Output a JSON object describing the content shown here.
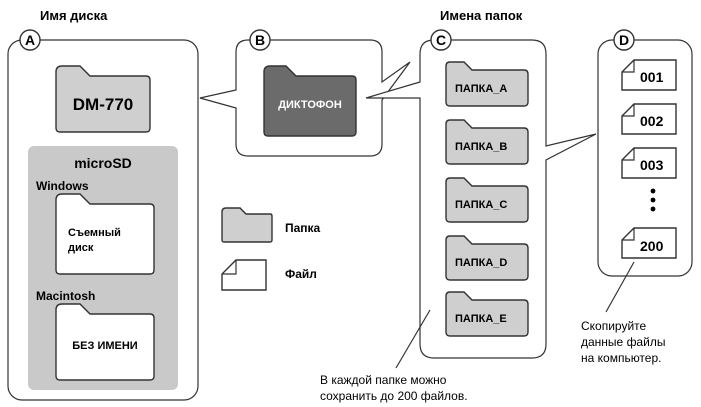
{
  "header": {
    "disk_name": "Имя диска",
    "folder_names": "Имена папок"
  },
  "panel_a": {
    "letter": "A",
    "device": "DM-770",
    "microsd": {
      "title": "microSD",
      "windows_label": "Windows",
      "windows_folder_line1": "Съемный",
      "windows_folder_line2": "диск",
      "mac_label": "Macintosh",
      "mac_folder": "БЕЗ ИМЕНИ"
    }
  },
  "panel_b": {
    "letter": "B",
    "folder": "ДИКТОФОН"
  },
  "panel_c": {
    "letter": "C",
    "folders": [
      "ПАПКА_A",
      "ПАПКА_B",
      "ПАПКА_C",
      "ПАПКА_D",
      "ПАПКА_E"
    ]
  },
  "panel_d": {
    "letter": "D",
    "files": [
      "001",
      "002",
      "003",
      "200"
    ]
  },
  "legend": {
    "folder": "Папка",
    "file": "Файл"
  },
  "notes": {
    "folder_capacity_line1": "В каждой папке можно",
    "folder_capacity_line2": "сохранить до 200 файлов.",
    "copy_line1": "Скопируйте",
    "copy_line2": "данные файлы",
    "copy_line3": "на компьютер."
  }
}
